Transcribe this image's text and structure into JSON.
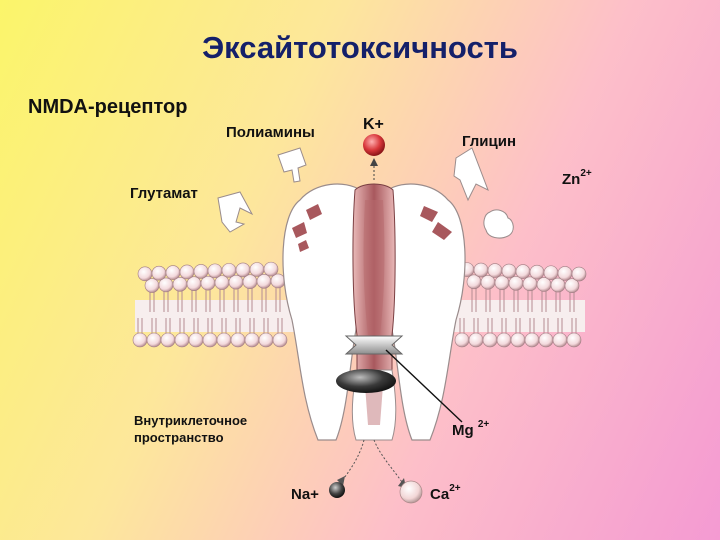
{
  "slide": {
    "title": "Эксайтотоксичность",
    "subtitle": "NMDA-рецептор"
  },
  "labels": {
    "polyamines": "Полиамины",
    "potassium": "K+",
    "glycine": "Глицин",
    "zinc": "Zn",
    "zinc_charge": "2+",
    "glutamate": "Глутамат",
    "intracellular_line1": "Внутриклеточное",
    "intracellular_line2": "пространство",
    "magnesium": "Mg",
    "magnesium_charge": "2+",
    "sodium": "Na+",
    "calcium": "Ca",
    "calcium_charge": "2+"
  },
  "colors": {
    "title": "#14206a",
    "channel_pore": "#b76a6e",
    "potassium_ion": "#d8373a",
    "membrane_head": "#f3d9dc",
    "sodium_ion": "#444444",
    "calcium_ion": "#f2d6d6"
  },
  "icons": [
    "glutamate-shape",
    "polyamine-shape",
    "glycine-shape",
    "zinc-shape",
    "magnesium-ion",
    "potassium-ion",
    "sodium-ion",
    "calcium-ion",
    "lipid-bilayer"
  ]
}
